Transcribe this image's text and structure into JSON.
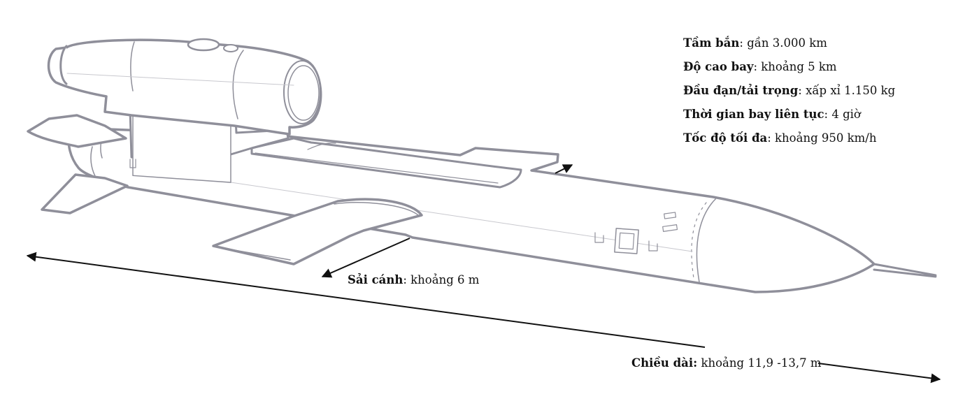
{
  "specs": [
    {
      "key": "Tầm bắn",
      "sep": ": ",
      "value": "gần 3.000 km"
    },
    {
      "key": "Độ cao bay",
      "sep": ": ",
      "value": "khoảng 5 km"
    },
    {
      "key": "Đầu đạn/tải trọng",
      "sep": ": ",
      "value": "xấp xỉ 1.150 kg"
    },
    {
      "key": "Thời gian bay liên tục",
      "sep": ": ",
      "value": "4 giờ"
    },
    {
      "key": "Tốc độ tối đa",
      "sep": ": ",
      "value": "khoảng 950 km/h"
    }
  ],
  "wingspan": {
    "key": "Sải cánh",
    "sep": ": ",
    "value": "khoảng 6 m"
  },
  "length": {
    "key": "Chiều dài:",
    "sep": " ",
    "value": "khoảng 11,9 -13,7 m"
  },
  "colors": {
    "outline": "#8f8f9a",
    "detail": "#b2b2ba",
    "arrow": "#111111"
  }
}
